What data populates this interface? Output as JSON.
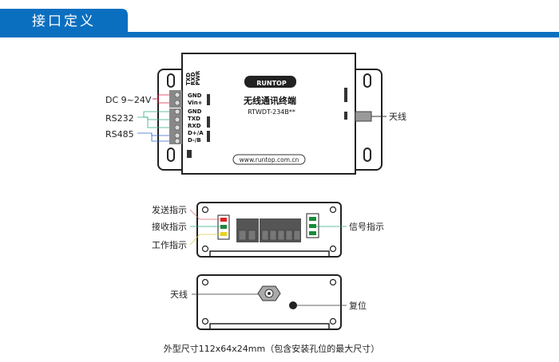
{
  "header": {
    "title": "接口定义",
    "accent_color": "#0b6fc0"
  },
  "top_view": {
    "left_labels": {
      "power": "DC 9~24V",
      "rs232": "RS232",
      "rs485": "RS485"
    },
    "pins": [
      "GND",
      "Vin+",
      "GND",
      "TXD",
      "RXD",
      "D+/A",
      "D-/B"
    ],
    "status_pins": [
      "TXD",
      "RXD",
      "PWR"
    ],
    "brand": "RUNTOP",
    "product_name": "无线通讯终端",
    "model": "RTWDT-234B**",
    "website": "www.runtop.com.cn",
    "antenna_label": "天线"
  },
  "front_view": {
    "send_indicator": "发送指示",
    "receive_indicator": "接收指示",
    "work_indicator": "工作指示",
    "signal_indicator": "信号指示"
  },
  "back_view": {
    "antenna_label": "天线",
    "reset_label": "复位"
  },
  "caption": "外型尺寸112x64x24mm（包含安装孔位的最大尺寸）"
}
